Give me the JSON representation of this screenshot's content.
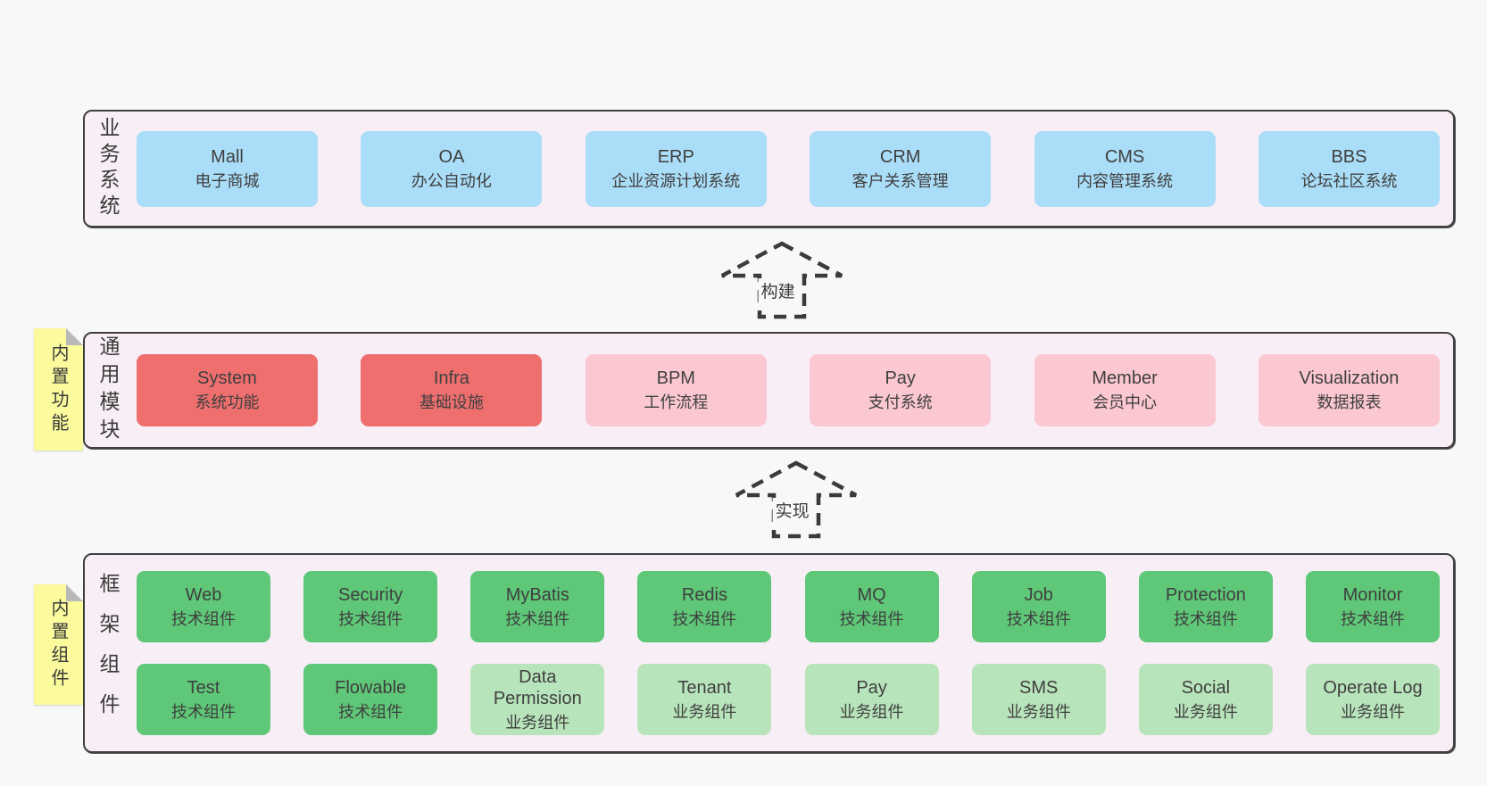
{
  "colors": {
    "page_background": "#f8f8f8",
    "container_background": "#f8eef5",
    "container_border": "#3f3f3f",
    "blue_box": "#aaddf7",
    "red_box": "#ef6f6f",
    "pink_box": "#fbc7d0",
    "green_box": "#5fc878",
    "light_green_box": "#b8e4bb",
    "sticky_yellow": "#fbfb9d"
  },
  "arrows": [
    {
      "label": "构建"
    },
    {
      "label": "实现"
    }
  ],
  "layers": [
    {
      "label": "业务系统",
      "boxes": [
        {
          "name": "Mall",
          "desc": "电子商城",
          "variant": "blue"
        },
        {
          "name": "OA",
          "desc": "办公自动化",
          "variant": "blue"
        },
        {
          "name": "ERP",
          "desc": "企业资源计划系统",
          "variant": "blue"
        },
        {
          "name": "CRM",
          "desc": "客户关系管理",
          "variant": "blue"
        },
        {
          "name": "CMS",
          "desc": "内容管理系统",
          "variant": "blue"
        },
        {
          "name": "BBS",
          "desc": "论坛社区系统",
          "variant": "blue"
        }
      ]
    },
    {
      "label": "通用模块",
      "sticky": "内置功能",
      "boxes": [
        {
          "name": "System",
          "desc": "系统功能",
          "variant": "red"
        },
        {
          "name": "Infra",
          "desc": "基础设施",
          "variant": "red"
        },
        {
          "name": "BPM",
          "desc": "工作流程",
          "variant": "pink"
        },
        {
          "name": "Pay",
          "desc": "支付系统",
          "variant": "pink"
        },
        {
          "name": "Member",
          "desc": "会员中心",
          "variant": "pink"
        },
        {
          "name": "Visualization",
          "desc": "数据报表",
          "variant": "pink"
        }
      ]
    },
    {
      "label": "框架组件",
      "sticky": "内置组件",
      "rows": [
        [
          {
            "name": "Web",
            "desc": "技术组件",
            "variant": "green"
          },
          {
            "name": "Security",
            "desc": "技术组件",
            "variant": "green"
          },
          {
            "name": "MyBatis",
            "desc": "技术组件",
            "variant": "green"
          },
          {
            "name": "Redis",
            "desc": "技术组件",
            "variant": "green"
          },
          {
            "name": "MQ",
            "desc": "技术组件",
            "variant": "green"
          },
          {
            "name": "Job",
            "desc": "技术组件",
            "variant": "green"
          },
          {
            "name": "Protection",
            "desc": "技术组件",
            "variant": "green"
          },
          {
            "name": "Monitor",
            "desc": "技术组件",
            "variant": "green"
          }
        ],
        [
          {
            "name": "Test",
            "desc": "技术组件",
            "variant": "green"
          },
          {
            "name": "Flowable",
            "desc": "技术组件",
            "variant": "green"
          },
          {
            "name": "Data Permission",
            "desc": "业务组件",
            "variant": "lightgreen"
          },
          {
            "name": "Tenant",
            "desc": "业务组件",
            "variant": "lightgreen"
          },
          {
            "name": "Pay",
            "desc": "业务组件",
            "variant": "lightgreen"
          },
          {
            "name": "SMS",
            "desc": "业务组件",
            "variant": "lightgreen"
          },
          {
            "name": "Social",
            "desc": "业务组件",
            "variant": "lightgreen"
          },
          {
            "name": "Operate Log",
            "desc": "业务组件",
            "variant": "lightgreen"
          }
        ]
      ]
    }
  ]
}
